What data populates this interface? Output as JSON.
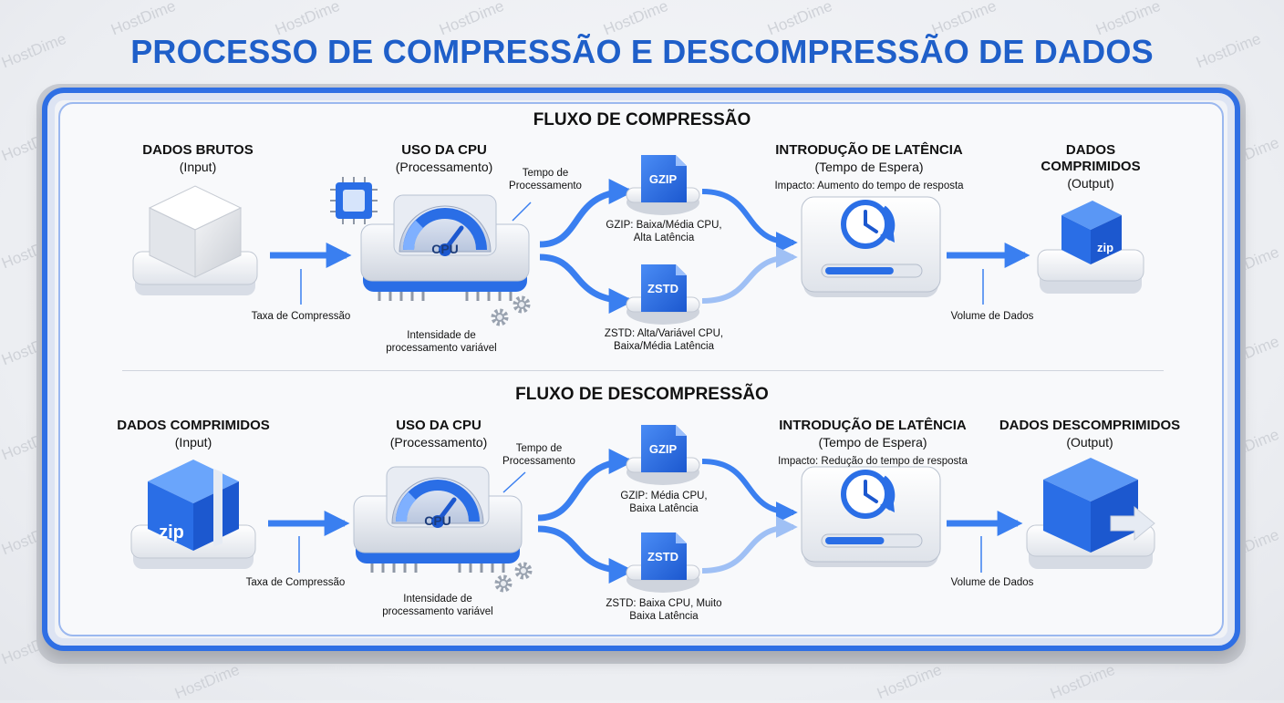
{
  "title": "PROCESSO DE COMPRESSÃO E DESCOMPRESSÃO DE DADOS",
  "watermark": "HostDime",
  "colors": {
    "accent": "#1f5fc9",
    "box_blue": "#2a6ee6",
    "arrow": "#3a7ff0"
  },
  "compression": {
    "title": "FLUXO DE COMPRESSÃO",
    "input": {
      "title": "DADOS BRUTOS",
      "sub": "(Input)"
    },
    "cpu": {
      "title": "USO DA CPU",
      "sub": "(Processamento)",
      "gauge_label": "CPU"
    },
    "time_label": "Tempo de Processamento",
    "rate_label": "Taxa de Compressão",
    "intensity_label": "Intensidade de processamento variável",
    "gzip": {
      "icon_text": "GZIP",
      "desc": "GZIP: Baixa/Média CPU, Alta Latência"
    },
    "zstd": {
      "icon_text": "ZSTD",
      "desc": "ZSTD: Alta/Variável CPU, Baixa/Média Latência"
    },
    "latency": {
      "title": "INTRODUÇÃO DE LATÊNCIA",
      "sub": "(Tempo de Espera)",
      "impact": "Impacto: Aumento do tempo de resposta"
    },
    "volume_label": "Volume de Dados",
    "output": {
      "title": "DADOS COMPRIMIDOS",
      "sub": "(Output)"
    },
    "zip_text": "zip",
    "progress": 0.72
  },
  "decompression": {
    "title": "FLUXO DE DESCOMPRESSÃO",
    "input": {
      "title": "DADOS COMPRIMIDOS",
      "sub": "(Input)"
    },
    "cpu": {
      "title": "USO DA CPU",
      "sub": "(Processamento)",
      "gauge_label": "CPU"
    },
    "time_label": "Tempo de Processamento",
    "rate_label": "Taxa de Compressão",
    "intensity_label": "Intensidade de processamento variável",
    "gzip": {
      "icon_text": "GZIP",
      "desc": "GZIP: Média CPU, Baixa Latência"
    },
    "zstd": {
      "icon_text": "ZSTD",
      "desc": "ZSTD: Baixa CPU, Muito Baixa Latência"
    },
    "latency": {
      "title": "INTRODUÇÃO DE LATÊNCIA",
      "sub": "(Tempo de Espera)",
      "impact": "Impacto: Redução do tempo de resposta"
    },
    "volume_label": "Volume de Dados",
    "output": {
      "title": "DADOS DESCOMPRIMIDOS",
      "sub": "(Output)"
    },
    "zip_text": "zip",
    "progress": 0.62
  }
}
